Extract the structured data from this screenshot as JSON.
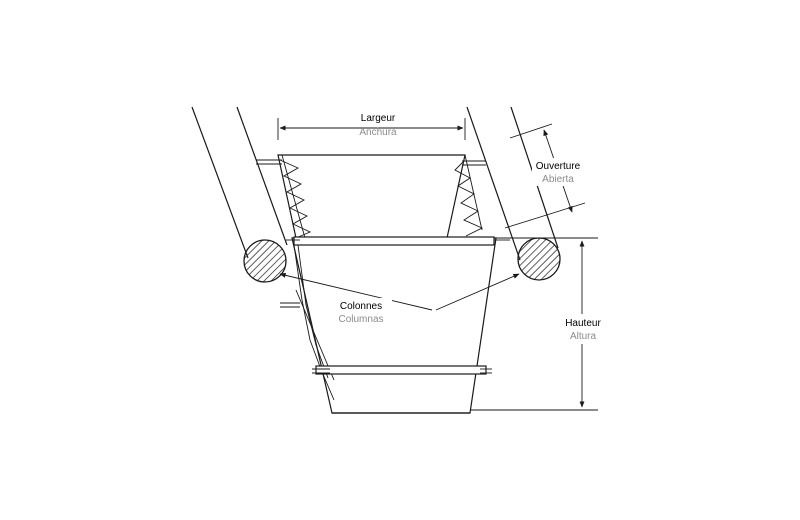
{
  "labels": {
    "width": {
      "fr": "Largeur",
      "es": "Anchura"
    },
    "opening": {
      "fr": "Ouverture",
      "es": "Abierta"
    },
    "columns": {
      "fr": "Colonnes",
      "es": "Columnas"
    },
    "height": {
      "fr": "Hauteur",
      "es": "Altura"
    }
  },
  "colors": {
    "line": "#1a1a1a",
    "primary_text": "#000000",
    "secondary_text": "#8c8c8c",
    "background": "#ffffff"
  }
}
